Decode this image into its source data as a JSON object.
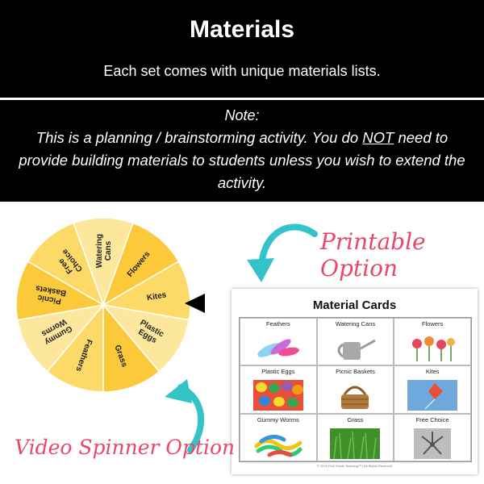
{
  "header": {
    "title": "Materials",
    "subtitle": "Each set comes with unique materials lists.",
    "note_label": "Note:",
    "note_before": "This is a planning / brainstorming activity. You do ",
    "note_emphasis": "NOT",
    "note_after": " need to provide building materials to students unless you wish to extend the activity."
  },
  "printable_option": "Printable Option",
  "video_option": "Video Spinner Option",
  "spinner": {
    "segments": [
      "Watering Cans",
      "Flowers",
      "Kites",
      "Plastic Eggs",
      "Grass",
      "Feathers",
      "Gummy Worms",
      "Picnic Baskets",
      "Free Choice"
    ]
  },
  "cards": {
    "title": "Material Cards",
    "items": [
      "Feathers",
      "Watering Cans",
      "Flowers",
      "Plastic Eggs",
      "Picnic Baskets",
      "Kites",
      "Gummy Worms",
      "Grass",
      "Free Choice"
    ],
    "footer": "© 2023 First Grade Teaching™ | All Rights Reserved"
  },
  "colors": {
    "banner": "#000000",
    "script": "#e8476a",
    "arrow": "#33c3c9",
    "wheel": [
      "#fde79c",
      "#fbc93a",
      "#fdd968",
      "#fde79c",
      "#fbc93a",
      "#fdd968",
      "#fde79c",
      "#fbc93a",
      "#fdd968"
    ]
  },
  "icons": [
    "pointer-triangle-icon",
    "curved-arrow-icon"
  ]
}
